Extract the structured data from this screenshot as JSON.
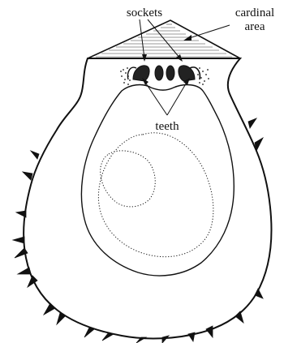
{
  "labels": {
    "sockets": "sockets",
    "cardinal_area_line1": "cardinal",
    "cardinal_area_line2": "area",
    "teeth": "teeth"
  },
  "colors": {
    "ink": "#111111",
    "background": "#ffffff"
  }
}
